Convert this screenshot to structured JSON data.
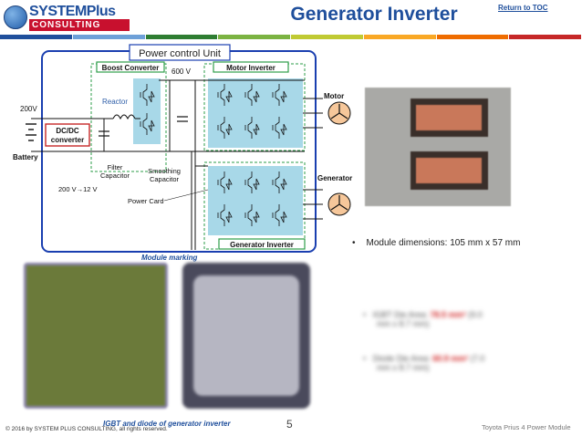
{
  "header": {
    "logo_text_top": "SYSTEMPlus",
    "logo_text_bottom": "CONSULTING",
    "title": "Generator Inverter",
    "return_link": "Return to TOC",
    "bar_colors": [
      "#1f4f9c",
      "#6ea0d8",
      "#2e7d32",
      "#7cb342",
      "#c0ca33",
      "#f9a825",
      "#ef6c00",
      "#c62828"
    ]
  },
  "diagram": {
    "unit_title": "Power control Unit",
    "boost_converter": "Boost Converter",
    "voltage_600": "600 V",
    "motor_inverter": "Motor  Inverter",
    "reactor": "Reactor",
    "voltage_200": "200V",
    "dcdc": "DC/DC",
    "converter": "converter",
    "battery": "Battery",
    "filter_capacitor_1": "Filter",
    "filter_capacitor_2": "Capacitor",
    "smoothing_1": "Smoothing",
    "smoothing_2": "Capacitor",
    "v_200_12": "200 V→12 V",
    "power_card": "Power Card",
    "generator_inverter": "Generator  Inverter",
    "motor": "Motor",
    "generator": "Generator"
  },
  "content": {
    "module_dimensions": "Module dimensions: 105 mm x 57 mm",
    "bullet_char": "•",
    "module_marking": "Module marking",
    "igbt_caption": "IGBT and diode of generator inverter",
    "blurred_1a": "IGBT Die Area:",
    "blurred_1b": "78.5 mm²",
    "blurred_1c": "(9.0",
    "blurred_1d": "mm x 8.7 mm)",
    "blurred_2a": "Diode Die Area:",
    "blurred_2b": "60.9 mm²",
    "blurred_2c": "(7.0",
    "blurred_2d": "mm x 8.7 mm)"
  },
  "footer": {
    "copyright": "© 2016 by SYSTEM PLUS CONSULTING, all rights reserved.",
    "page_number": "5",
    "doc_title": "Toyota Prius 4 Power Module"
  }
}
